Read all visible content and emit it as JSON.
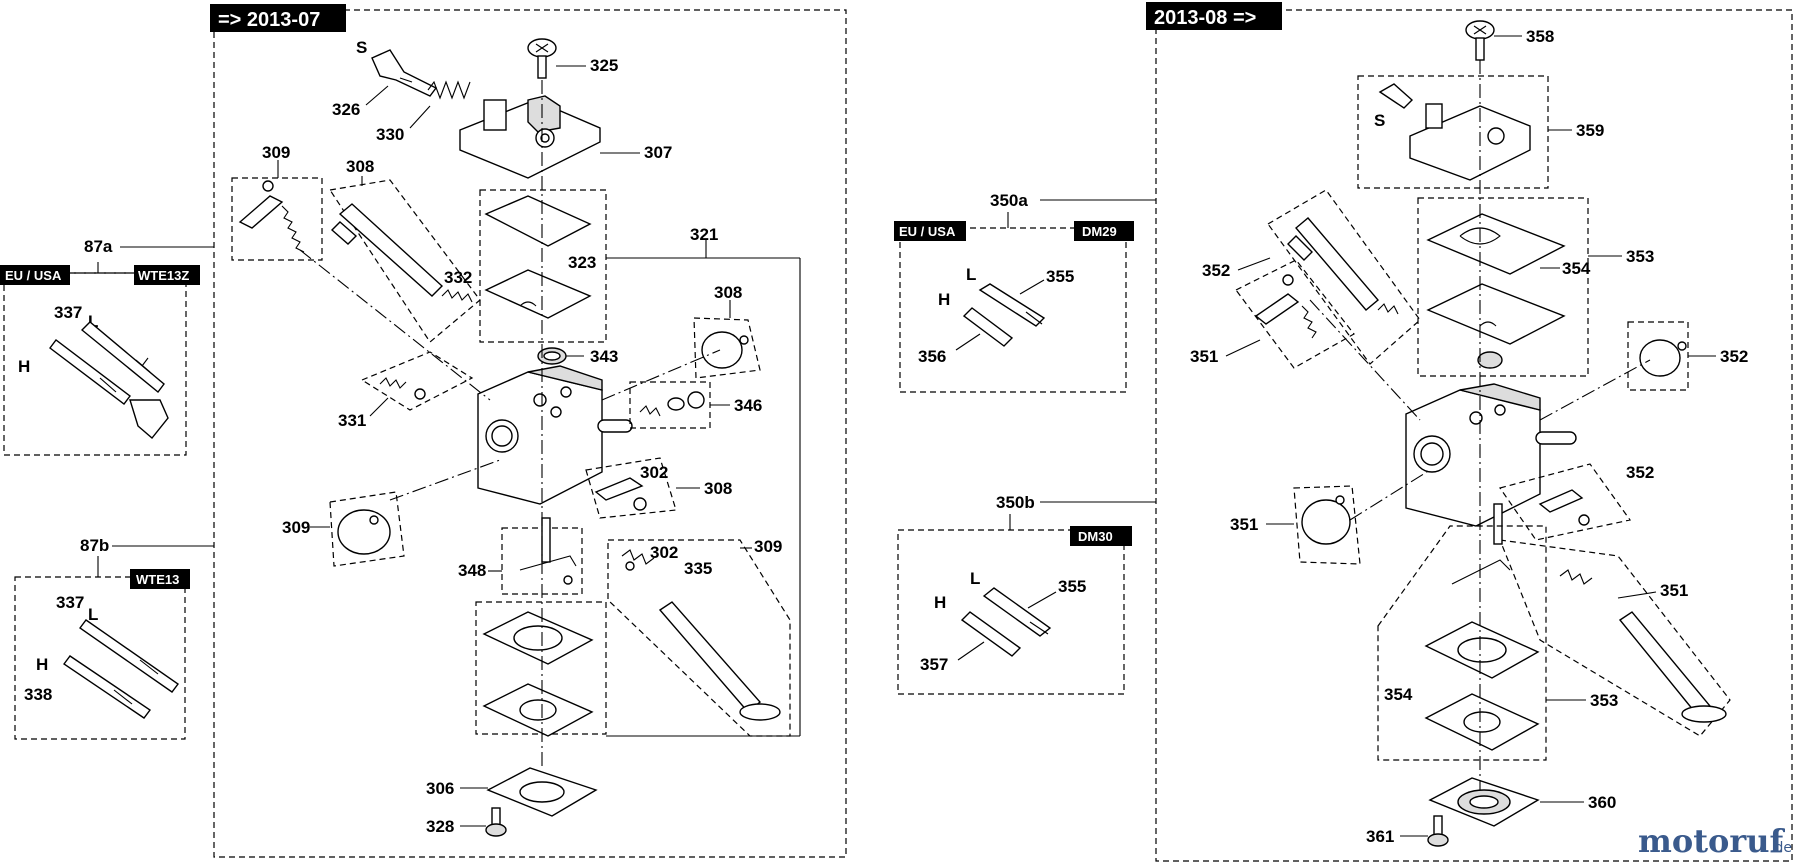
{
  "headers": {
    "left": "=> 2013-07",
    "right": "2013-08 =>"
  },
  "tags": {
    "eu_usa_left": "EU / USA",
    "wte13z": "WTE13Z",
    "wte13": "WTE13",
    "eu_usa_mid": "EU / USA",
    "dm29": "DM29",
    "dm30": "DM30"
  },
  "labels": {
    "p87a": "87a",
    "p87b": "87b",
    "p337a": "337",
    "L_a": "L",
    "H_a": "H",
    "p337b": "337",
    "L_b": "L",
    "H_b": "H",
    "p338": "338",
    "S_left": "S",
    "p326": "326",
    "p330": "330",
    "p325": "325",
    "p307": "307",
    "p309a": "309",
    "p308a": "308",
    "p332": "332",
    "p323": "323",
    "p321": "321",
    "p343": "343",
    "p308b": "308",
    "p331": "331",
    "p346": "346",
    "p302a": "302",
    "p308c": "308",
    "p309b": "309",
    "p302b": "302",
    "p335": "335",
    "p309c": "309",
    "p348": "348",
    "p306": "306",
    "p328": "328",
    "p350a": "350a",
    "L_c": "L",
    "p355a": "355",
    "H_c": "H",
    "p356": "356",
    "p350b": "350b",
    "L_d": "L",
    "p355b": "355",
    "H_d": "H",
    "p357": "357",
    "p358": "358",
    "S_right": "S",
    "p359": "359",
    "p352a": "352",
    "p354a": "354",
    "p353a": "353",
    "p351a": "351",
    "p352b": "352",
    "p352c": "352",
    "p351b": "351",
    "p351c": "351",
    "p354b": "354",
    "p353b": "353",
    "p360": "360",
    "p361": "361"
  },
  "logo": {
    "text": "motoruf",
    "suffix": ".de"
  }
}
